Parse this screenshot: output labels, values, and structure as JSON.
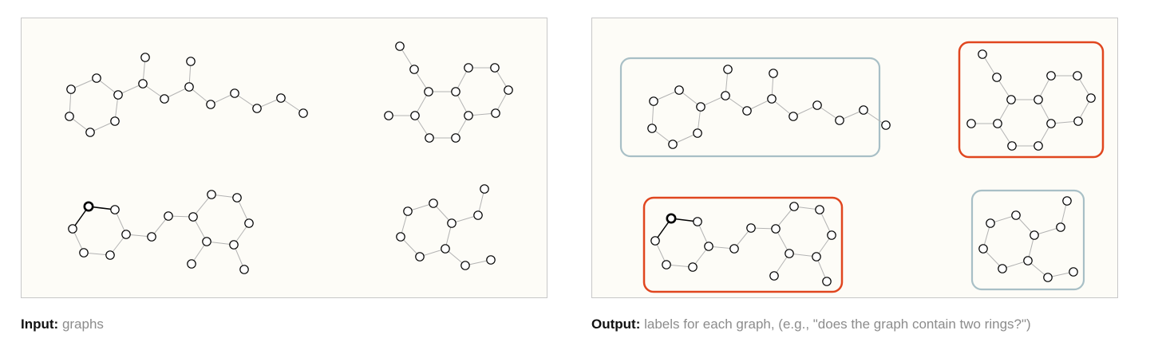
{
  "captions": {
    "input_label": "Input:",
    "input_text": "graphs",
    "output_label": "Output:",
    "output_text": "labels for each graph, (e.g., \"does the graph contain two rings?\")"
  },
  "colors": {
    "panel_background": "#fdfcf7",
    "panel_border": "#c8c8c8",
    "edge": "#b3b3b3",
    "edge_highlight": "#000000",
    "node_stroke": "#000000",
    "node_fill": "#ffffff",
    "box_positive": "#e0461f",
    "box_negative": "#a8bfc6"
  },
  "graphs": [
    {
      "id": "graph-chain",
      "label": "negative",
      "rings": 1
    },
    {
      "id": "graph-fused-rings",
      "label": "positive",
      "rings": 2
    },
    {
      "id": "graph-two-rings",
      "label": "positive",
      "rings": 2
    },
    {
      "id": "graph-ring-branch",
      "label": "negative",
      "rings": 1
    }
  ]
}
